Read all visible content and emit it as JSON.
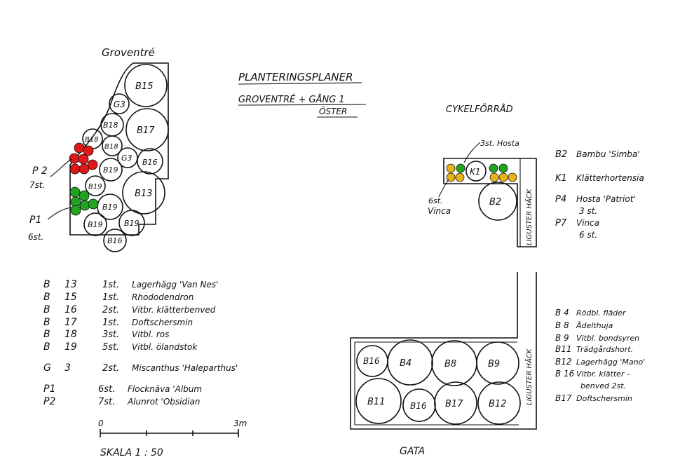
{
  "title": {
    "line1": "PLANTERINGSPLANER",
    "line2": "GROVENTRÉ + GÅNG 1",
    "line3": "ÖSTER"
  },
  "left_plan": {
    "title": "Groventré",
    "plants": {
      "b15": "B15",
      "g3": "G3",
      "b17": "B17",
      "b18a": "B18",
      "b18b": "B18",
      "b18c": "B18",
      "b16a": "B16",
      "b19a": "B19",
      "b19b": "B19",
      "b13": "B13",
      "b19c": "B19",
      "b19d": "B19",
      "b19e": "B19",
      "b16b": "B16",
      "g3b": "G3"
    },
    "p2_label": "P 2",
    "p2_count": "7st.",
    "p1_label": "P1",
    "p1_count": "6st.",
    "red_color": "#e01818",
    "green_color": "#21a521"
  },
  "left_legend": [
    {
      "code": "B",
      "num": "13",
      "count": "1st.",
      "name": "Lagerhägg 'Van Nes'"
    },
    {
      "code": "B",
      "num": "15",
      "count": "1st.",
      "name": "Rhododendron"
    },
    {
      "code": "B",
      "num": "16",
      "count": "2st.",
      "name": "Vitbr. klätterbenved"
    },
    {
      "code": "B",
      "num": "17",
      "count": "1st.",
      "name": "Doftschersmin"
    },
    {
      "code": "B",
      "num": "18",
      "count": "3st.",
      "name": "Vitbl. ros"
    },
    {
      "code": "B",
      "num": "19",
      "count": "5st.",
      "name": "Vitbl. ölandstok"
    },
    {
      "code": "G",
      "num": "3",
      "count": "2st.",
      "name": "Miscanthus 'Haleparthus'"
    },
    {
      "code": "P1",
      "num": "",
      "count": "6st.",
      "name": "Flocknäva 'Album"
    },
    {
      "code": "P2",
      "num": "",
      "count": "7st.",
      "name": "Alunrot 'Obsidian"
    }
  ],
  "scale": {
    "start": "0",
    "end": "3m",
    "label": "SKALA  1 : 50"
  },
  "top_right": {
    "title": "CYKELFÖRRÅD",
    "hosta_label": "3st. Hosta",
    "vinca_label1": "6st.",
    "vinca_label2": "Vinca",
    "k1": "K1",
    "b2": "B2",
    "hedge": "LIGUSTER HÄCK",
    "yellow_color": "#e8b21a",
    "green_color": "#21a521"
  },
  "top_right_legend": [
    {
      "code": "B2",
      "name": "Bambu 'Simba'"
    },
    {
      "code": "K1",
      "name": "Klätterhortensia"
    },
    {
      "code": "P4",
      "name": "Hosta 'Patriot'",
      "extra": "3 st."
    },
    {
      "code": "P7",
      "name": "Vinca",
      "extra": "6 st."
    }
  ],
  "bottom_right": {
    "plants": {
      "b16a": "B16",
      "b4": "B4",
      "b8": "B8",
      "b9": "B9",
      "b11": "B11",
      "b16b": "B16",
      "b17": "B17",
      "b12": "B12"
    },
    "hedge": "LIGUSTER HÄCK",
    "street": "GATA"
  },
  "bottom_right_legend": [
    {
      "code": "B 4",
      "name": "Rödbl. fläder"
    },
    {
      "code": "B 8",
      "name": "Ädelthuja"
    },
    {
      "code": "B 9",
      "name": "Vitbl. bondsyren"
    },
    {
      "code": "B11",
      "name": "Trädgårdshort."
    },
    {
      "code": "B12",
      "name": "Lagerhägg 'Mano'"
    },
    {
      "code": "B 16",
      "name": "Vitbr. klätter -"
    },
    {
      "code": "",
      "name": "benved  2st."
    },
    {
      "code": "B17",
      "name": "Doftschersmin"
    }
  ]
}
